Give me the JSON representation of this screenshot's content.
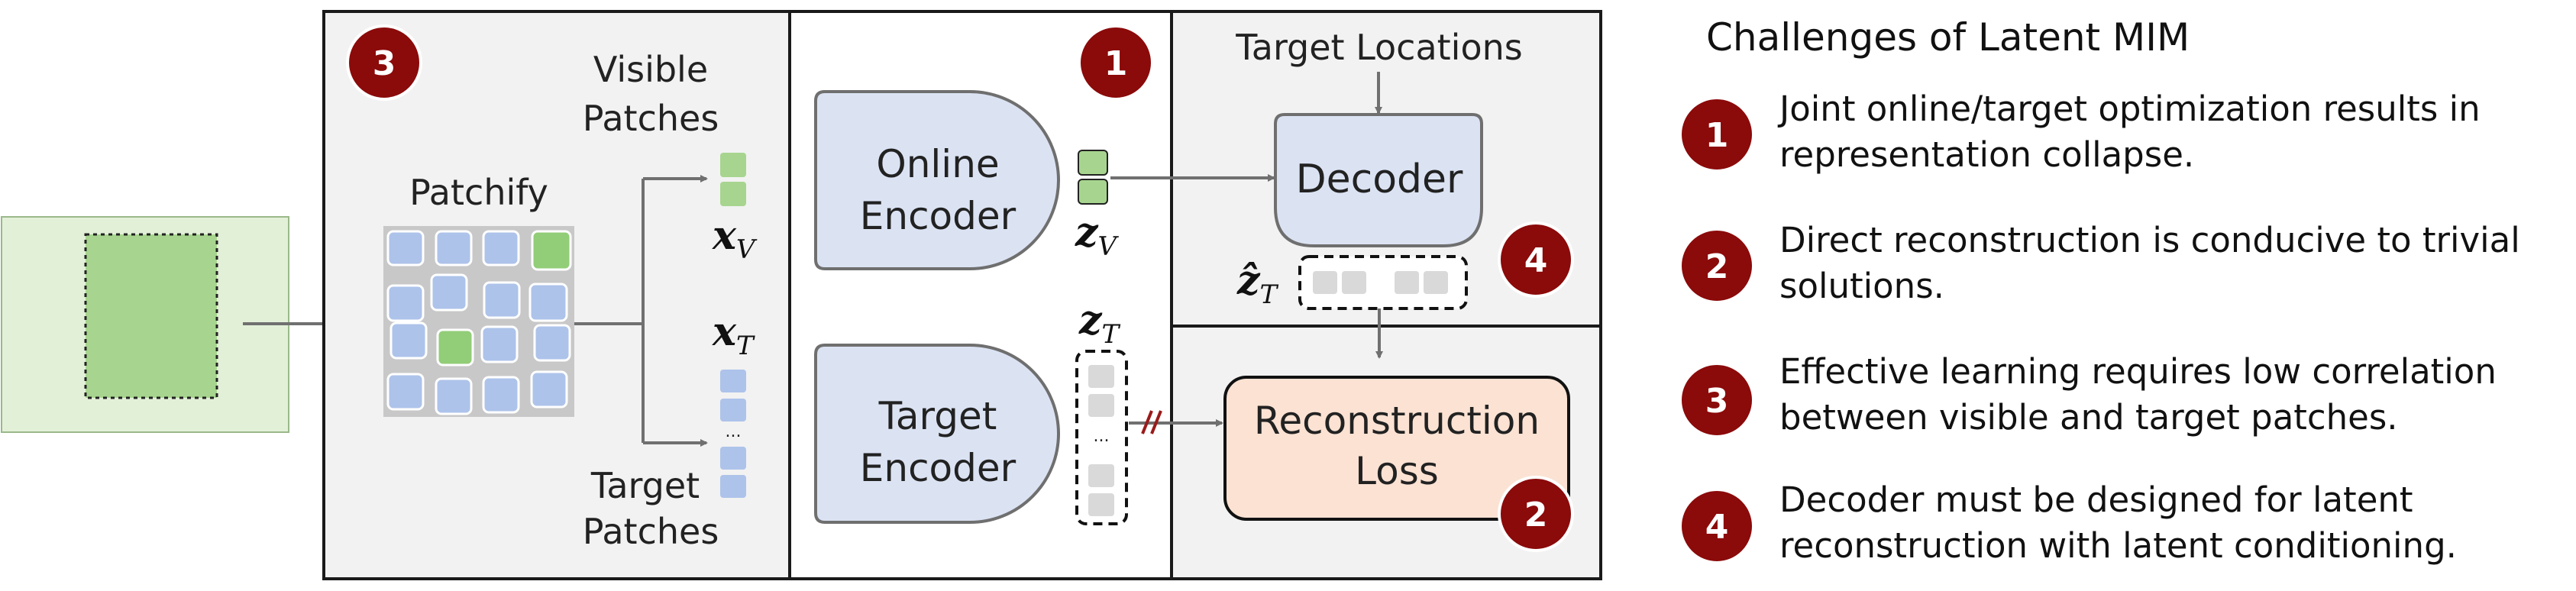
{
  "panel3": {
    "badge": "3",
    "patchify_label": "Patchify",
    "visible_label_line1": "Visible",
    "visible_label_line2": "Patches",
    "target_label_line1": "Target",
    "target_label_line2": "Patches",
    "x_visible": "x",
    "x_visible_sub": "V",
    "x_target": "x",
    "x_target_sub": "T",
    "dots": "..."
  },
  "panel1": {
    "badge": "1",
    "online_encoder_line1": "Online",
    "online_encoder_line2": "Encoder",
    "target_encoder_line1": "Target",
    "target_encoder_line2": "Encoder",
    "z_visible": "z",
    "z_visible_sub": "V",
    "z_target": "z",
    "z_target_sub": "T",
    "dots": "..."
  },
  "panel_decoder": {
    "target_locations": "Target Locations",
    "decoder_label": "Decoder",
    "z_hat": "ẑ",
    "z_hat_sub": "T",
    "badge": "4"
  },
  "panel_loss": {
    "loss_line1": "Reconstruction",
    "loss_line2": "Loss",
    "badge": "2"
  },
  "challenges": {
    "title": "Challenges of Latent MIM",
    "items": [
      {
        "num": "1",
        "line1": "Joint online/target optimization results in",
        "line2": "representation collapse."
      },
      {
        "num": "2",
        "line1": "Direct reconstruction is conducive to trivial",
        "line2": "solutions."
      },
      {
        "num": "3",
        "line1": "Effective learning requires low correlation",
        "line2": "between visible and target patches."
      },
      {
        "num": "4",
        "line1": "Decoder must be designed for latent",
        "line2": "reconstruction with latent conditioning."
      }
    ]
  },
  "colors": {
    "badge_red": "#8b0a0a",
    "encoder_blue": "#dbe3f3",
    "image_green_light": "#e3f0d8",
    "image_green": "#a7d58f",
    "patch_blue": "#adc3ea",
    "patch_green": "#92cd78",
    "patch_gray": "#d9d9d9",
    "loss_peach": "#fbe2d3",
    "stop_grad": "#9a1a1a"
  }
}
